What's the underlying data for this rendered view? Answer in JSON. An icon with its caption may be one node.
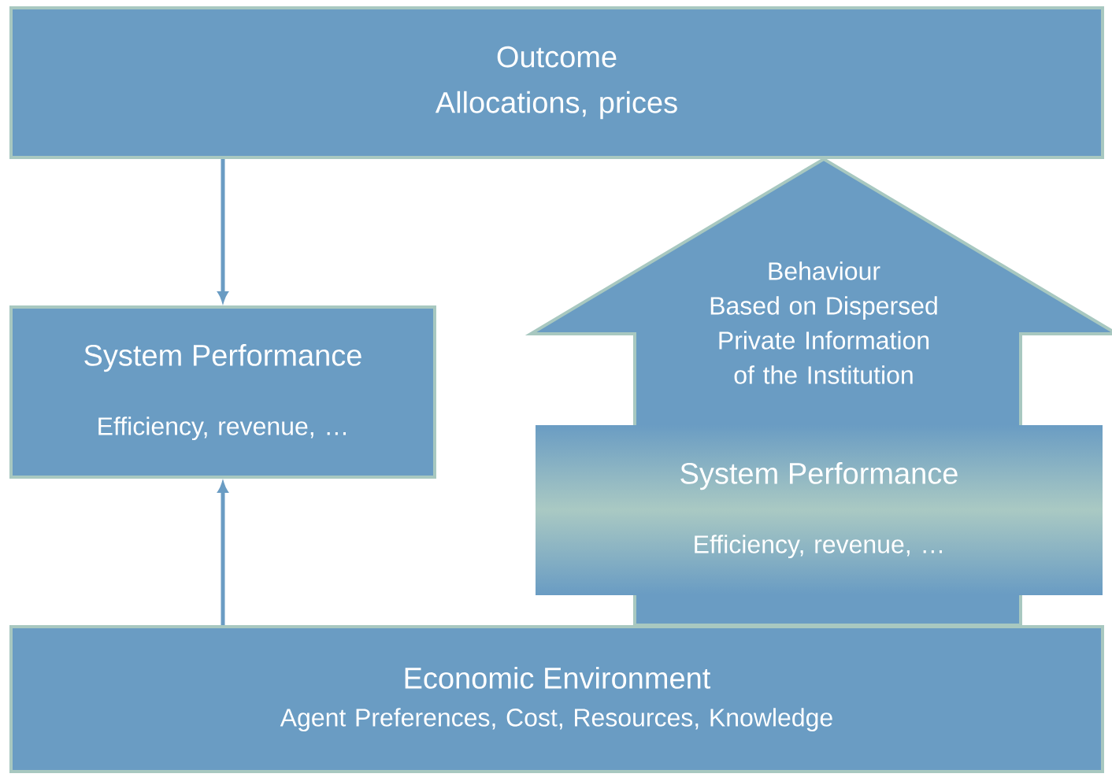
{
  "diagram": {
    "nodes": [
      {
        "text": [
          "Outcome",
          "Allocations, prices"
        ]
      },
      {
        "text": [
          "System Performance",
          "Efficiency, revenue, …"
        ]
      },
      {
        "text": [
          "Behaviour",
          "Based on Dispersed Private Information of the Institution"
        ]
      },
      {
        "text": [
          "System Performance",
          "Efficiency, revenue, …"
        ]
      },
      {
        "text": [
          "Economic Environment",
          "Agent Preferences, Cost, Resources, Knowledge"
        ]
      }
    ],
    "edges": [
      {
        "from": 0,
        "to": 1,
        "arrow": "to"
      },
      {
        "from": 4,
        "to": 1,
        "arrow": "to"
      },
      {
        "from": 4,
        "to": 0,
        "arrow": "to",
        "style": "thick"
      }
    ]
  }
}
